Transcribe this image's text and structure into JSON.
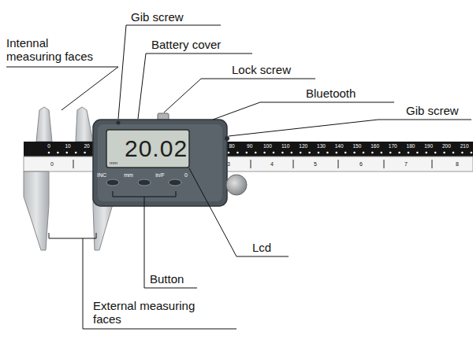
{
  "diagram": {
    "labels": [
      "Intennal measuring faces",
      "Gib screw",
      "Battery cover",
      "Lock screw",
      "Bluetooth",
      "Gib screw",
      "Lcd",
      "Button",
      "External measuring faces",
      "20.02",
      "mm",
      "INC",
      "mm",
      "in/F",
      "0",
      "0",
      "10",
      "20",
      "80",
      "90",
      "100",
      "110",
      "120",
      "130",
      "140",
      "150",
      "160",
      "170",
      "180",
      "190",
      "200",
      "210",
      "0",
      "3",
      "4",
      "5",
      "6",
      "7",
      "8"
    ]
  }
}
